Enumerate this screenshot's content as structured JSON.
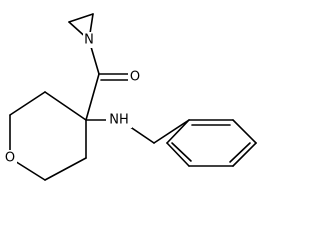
{
  "molecule": {
    "atoms": {
      "aziridine_nitrogen": "N",
      "carbonyl_oxygen": "O",
      "amine": "NH",
      "ring_oxygen": "O"
    },
    "colors": {
      "bond": "#000000",
      "label": "#000000",
      "background": "#ffffff"
    }
  }
}
